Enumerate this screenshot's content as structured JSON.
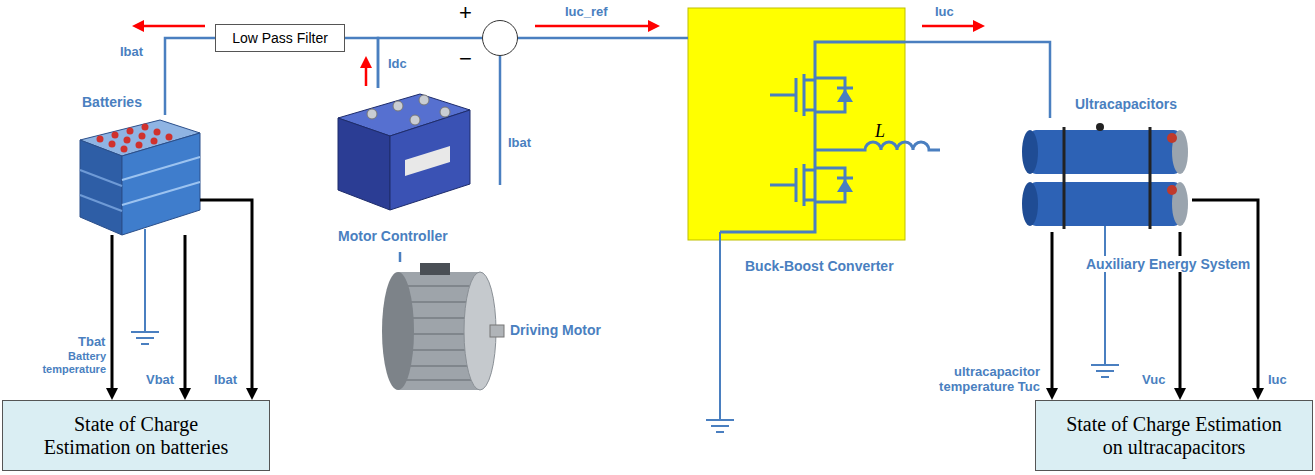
{
  "diagram": {
    "nodes": [
      {
        "text": [
          "Batteries"
        ]
      },
      {
        "text": [
          "Low Pass Filter"
        ]
      },
      {
        "text": [
          "Motor Controller"
        ]
      },
      {
        "text": [
          "Driving Motor"
        ]
      },
      {
        "text": [
          "+",
          "−"
        ]
      },
      {
        "text": [
          "L",
          "Buck-Boost Converter"
        ]
      },
      {
        "text": [
          "Ultracapacitors",
          "Auxiliary Energy System"
        ]
      },
      {
        "text": [
          "State of Charge Estimation on batteries"
        ]
      },
      {
        "text": [
          "State of Charge Estimation on ultracapacitors"
        ]
      }
    ],
    "edges": [
      {
        "from": 1,
        "to": 0,
        "arrow": "none",
        "label": "Ibat"
      },
      {
        "from": 2,
        "to": 1,
        "arrow": "none",
        "label": "Idc"
      },
      {
        "from": 2,
        "to": 4,
        "arrow": "none"
      },
      {
        "from": 4,
        "to": 5,
        "arrow": "none",
        "label": "Iuc_ref"
      },
      {
        "from": 5,
        "to": 6,
        "arrow": "none",
        "label": "Iuc"
      },
      {
        "from": 2,
        "to": 3,
        "arrow": "none"
      },
      {
        "from": 0,
        "to": 7,
        "arrow": "to",
        "label": "Tbat"
      },
      {
        "from": 0,
        "to": 7,
        "arrow": "to",
        "label": "Vbat"
      },
      {
        "from": 0,
        "to": 7,
        "arrow": "to",
        "label": "Ibat"
      },
      {
        "from": 6,
        "to": 8,
        "arrow": "to",
        "label": "ultracapacitor temperature Tuc"
      },
      {
        "from": 6,
        "to": 8,
        "arrow": "to",
        "label": "Vuc"
      },
      {
        "from": 6,
        "to": 8,
        "arrow": "to",
        "label": "Iuc"
      }
    ],
    "labels": [
      "Ibat",
      "Battery temperature"
    ]
  }
}
